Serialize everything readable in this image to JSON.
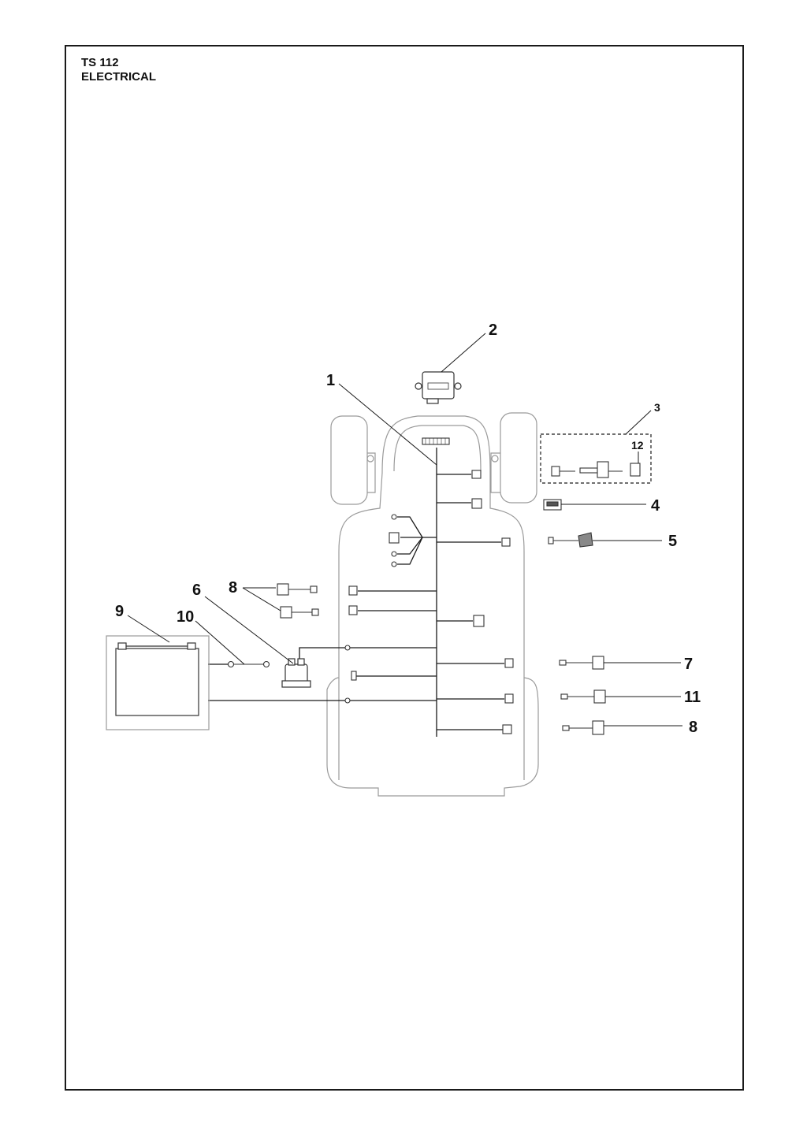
{
  "header": {
    "model": "TS 112",
    "section": "ELECTRICAL"
  },
  "callouts": {
    "c1": "1",
    "c2": "2",
    "c3": "3",
    "c4": "4",
    "c5": "5",
    "c6": "6",
    "c7": "7",
    "c8a": "8",
    "c8b": "8",
    "c9": "9",
    "c10": "10",
    "c11": "11",
    "c12": "12"
  },
  "colors": {
    "line": "#1a1a1a",
    "outline": "#9a9a9a",
    "part": "#333333"
  }
}
